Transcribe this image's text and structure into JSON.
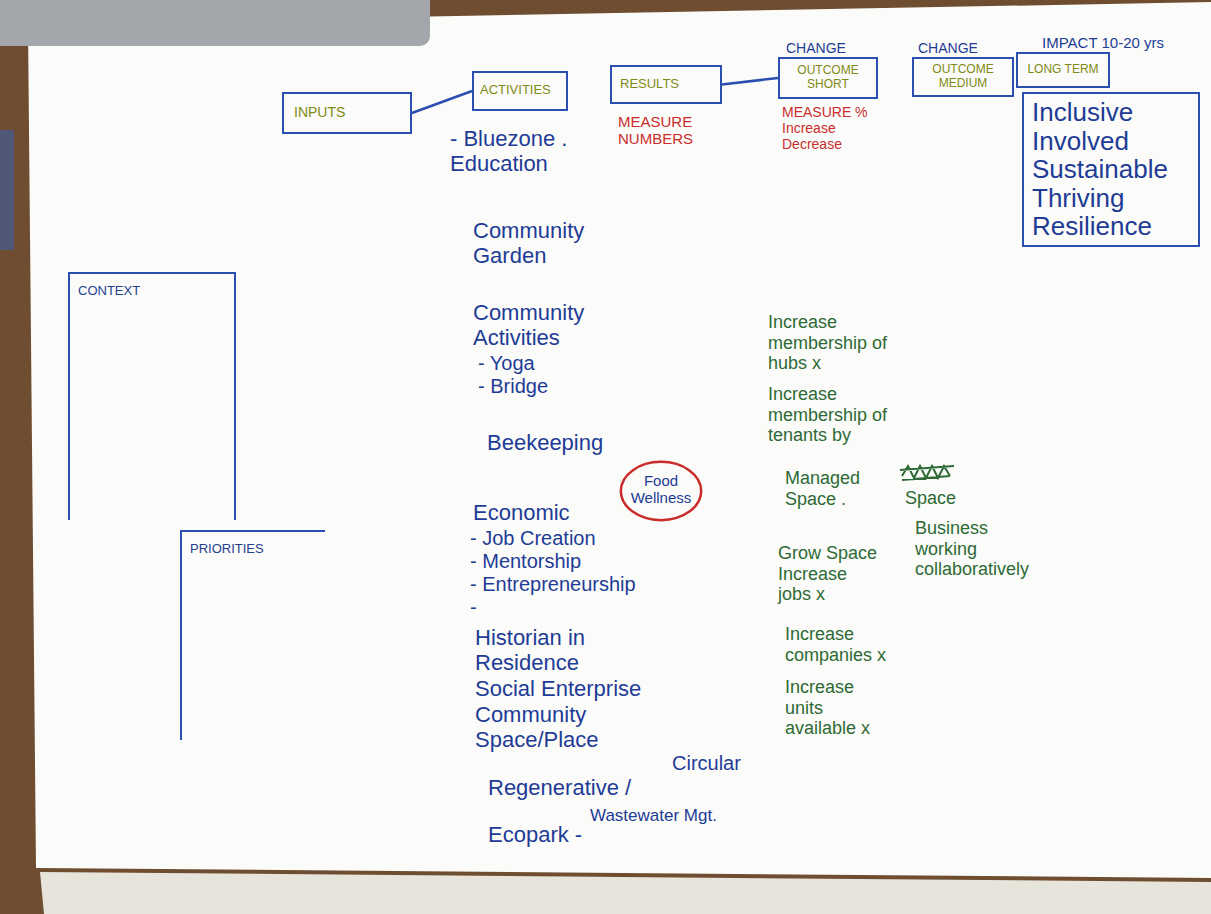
{
  "diagram": {
    "nodes": [
      {
        "text": [
          "INPUTS"
        ]
      },
      {
        "text": [
          "ACTIVITIES"
        ]
      },
      {
        "text": [
          "RESULTS"
        ]
      },
      {
        "text": [
          "CHANGE",
          "OUTCOME SHORT"
        ]
      },
      {
        "text": [
          "CHANGE",
          "OUTCOME MEDIUM"
        ]
      },
      {
        "text": [
          "IMPACT 10-20 yrs",
          "LONG TERM"
        ]
      },
      {
        "text": [
          "Inclusive Involved Sustainable Thriving Resilience"
        ]
      },
      {
        "text": [
          "CONTEXT"
        ]
      },
      {
        "text": [
          "Food Wellness"
        ]
      },
      {
        "text": [
          "PRIORITIES"
        ]
      }
    ],
    "edges": [
      {
        "from": 0,
        "to": 1,
        "arrow": "none"
      },
      {
        "from": 2,
        "to": 3,
        "arrow": "none"
      }
    ],
    "labels": [
      "- Bluezone . Education",
      "Community Garden",
      "Community Activities",
      "- Yoga",
      "- Bridge",
      "Beekeeping",
      "Economic",
      "- Job Creation",
      "- Mentorship",
      "- Entrepreneurship",
      "-",
      "Historian in Residence",
      "Social Enterprise",
      "Community Space/Place",
      "Regenerative /",
      "Circular",
      "Ecopark -",
      "Wastewater Mgt.",
      "MEASURE NUMBERS",
      "MEASURE % Increase Decrease",
      "Increase membership of hubs x",
      "Increase membership of tenants by",
      "Managed Space .",
      "Space",
      "Grow Space Increase jobs x",
      "Business working collaboratively",
      "Increase companies x",
      "Increase units available x"
    ]
  }
}
